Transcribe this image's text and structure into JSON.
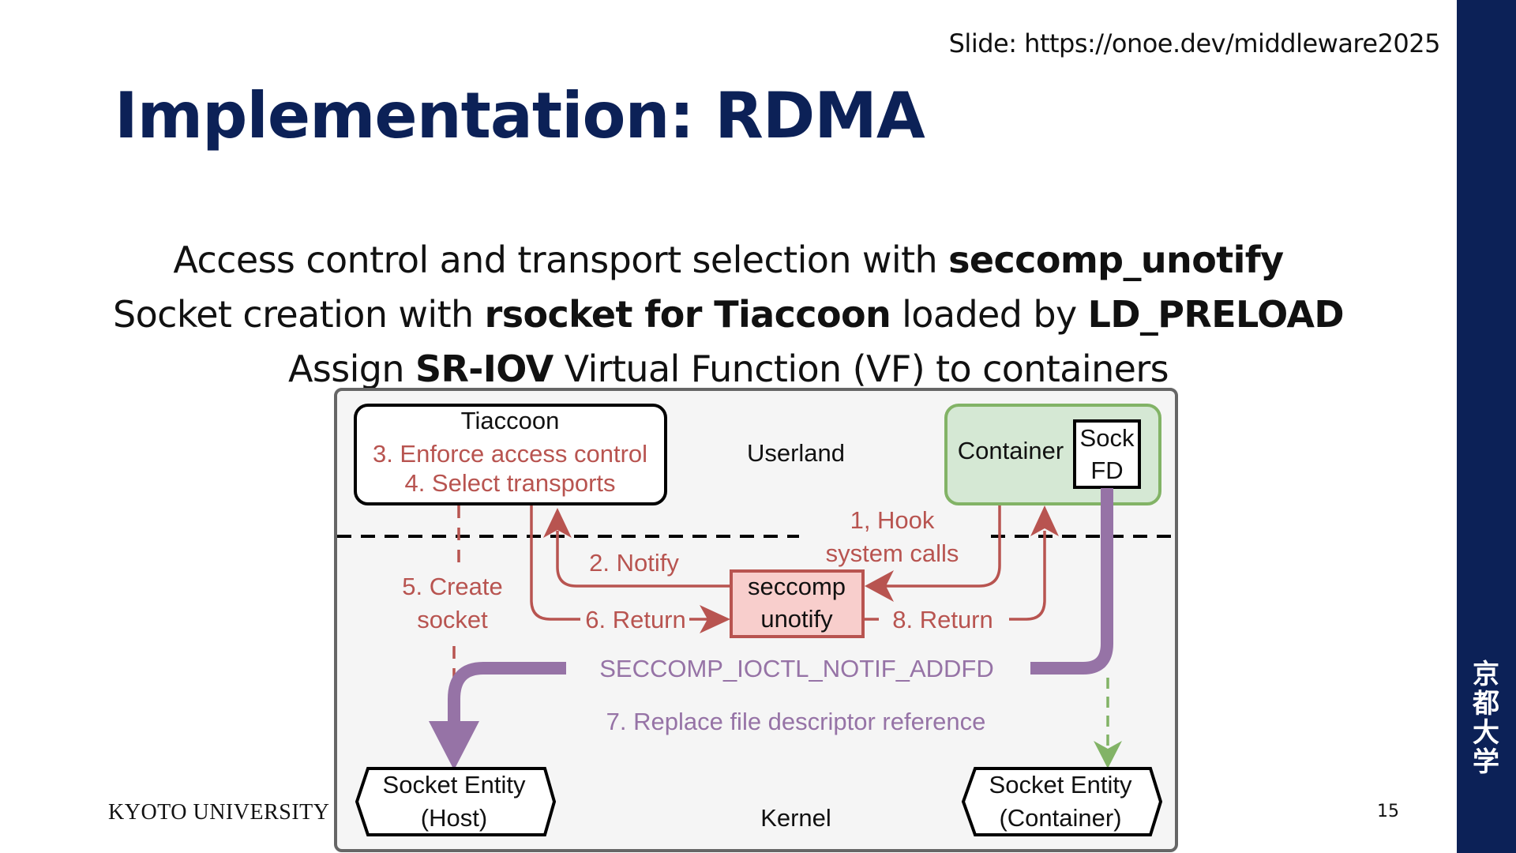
{
  "header": {
    "slide_url": "Slide: https://onoe.dev/middleware2025",
    "title": "Implementation: RDMA"
  },
  "points": [
    {
      "parts": [
        {
          "text": "Access control and transport selection with ",
          "bold": false
        },
        {
          "text": "seccomp_unotify",
          "bold": true
        }
      ]
    },
    {
      "parts": [
        {
          "text": "Socket creation with ",
          "bold": false
        },
        {
          "text": "rsocket for Tiaccoon",
          "bold": true
        },
        {
          "text": " loaded by ",
          "bold": false
        },
        {
          "text": "LD_PRELOAD",
          "bold": true
        }
      ]
    },
    {
      "parts": [
        {
          "text": "Assign ",
          "bold": false
        },
        {
          "text": "SR-IOV",
          "bold": true
        },
        {
          "text": " Virtual Function (VF) to containers",
          "bold": false
        }
      ]
    }
  ],
  "diagram": {
    "userland_label": "Userland",
    "kernel_label": "Kernel",
    "tiaccoon": {
      "title": "Tiaccoon",
      "step3": "3. Enforce access control",
      "step4": "4. Select transports"
    },
    "container": {
      "label": "Container",
      "sock_fd_line1": "Sock",
      "sock_fd_line2": "FD"
    },
    "seccomp": {
      "line1": "seccomp",
      "line2": "unotify"
    },
    "step1_line1": "1, Hook",
    "step1_line2": "system calls",
    "step2": "2. Notify",
    "step5_line1": "5. Create",
    "step5_line2": "socket",
    "step6": "6. Return",
    "step8": "8. Return",
    "addfd": "SECCOMP_IOCTL_NOTIF_ADDFD",
    "step7": "7. Replace file descriptor reference",
    "socket_host": {
      "line1": "Socket Entity",
      "line2": "(Host)"
    },
    "socket_container": {
      "line1": "Socket Entity",
      "line2": "(Container)"
    },
    "colors": {
      "red": "#b85450",
      "purple": "#9673a6",
      "green": "#82b366",
      "green_fill": "#d5e8d4",
      "pink_fill": "#f8cecc",
      "panel": "#f5f5f5",
      "navy": "#0c2157"
    }
  },
  "footer": {
    "university": "KYOTO UNIVERSITY",
    "kanji": "京都大学",
    "page_number": "15"
  }
}
